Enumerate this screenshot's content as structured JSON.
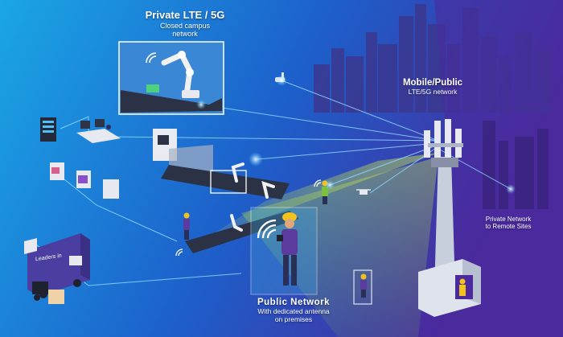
{
  "labels": {
    "private_lte": {
      "title": "Private LTE / 5G",
      "subtitle_line1": "Closed campus",
      "subtitle_line2": "network"
    },
    "mobile_public": {
      "title": "Mobile/Public",
      "subtitle": "LTE/5G network"
    },
    "public_network": {
      "title": "Public  Network",
      "subtitle_line1": "With dedicated antenna",
      "subtitle_line2": "on premises"
    },
    "remote_sites": {
      "line1": "Private Network",
      "line2": "to Remote Sites"
    },
    "truck": "Leaders in"
  },
  "icons": [
    "robot-arm-icon",
    "server-rack-icon",
    "workstation-icon",
    "iot-sensor-icon",
    "conveyor-icon",
    "worker-icon",
    "tablet-icon",
    "wifi-signal-icon",
    "cell-tower-icon",
    "delivery-truck-icon",
    "forklift-icon",
    "security-camera-icon",
    "drone-icon",
    "cabinet-icon",
    "city-skyline-icon"
  ],
  "colors": {
    "background_left": "#1a9be0",
    "background_mid": "#1e5cc8",
    "background_right": "#4a2d9e",
    "connection_line": "#7fd3ff",
    "coverage_green": "#c9e94a",
    "tower": "#c8cfdc",
    "panel_dark": "#2b3245",
    "accent_purple": "#5c3b9e"
  }
}
